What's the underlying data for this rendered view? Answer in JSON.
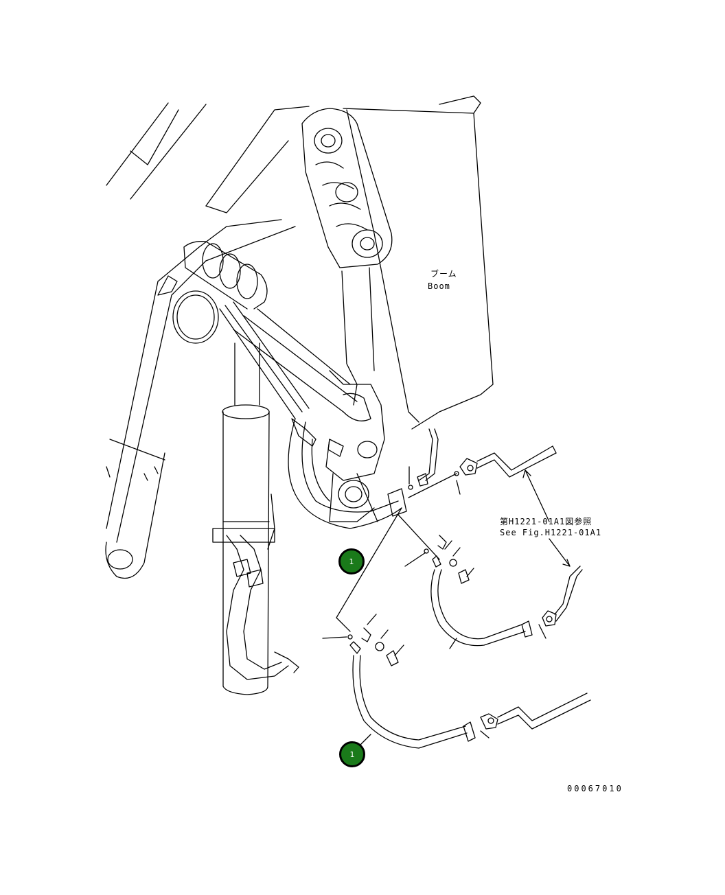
{
  "labels": {
    "boom_jp": "ブーム",
    "boom_en": "Boom",
    "ref_jp": "第H1221-01A1図参照",
    "ref_en": "See Fig.H1221-01A1",
    "drawing_number": "00067010"
  },
  "callouts": [
    {
      "number": "1"
    },
    {
      "number": "1"
    }
  ],
  "colors": {
    "line": "#000000",
    "callout_fill": "#1a7a1a",
    "callout_text": "#ffffff"
  }
}
